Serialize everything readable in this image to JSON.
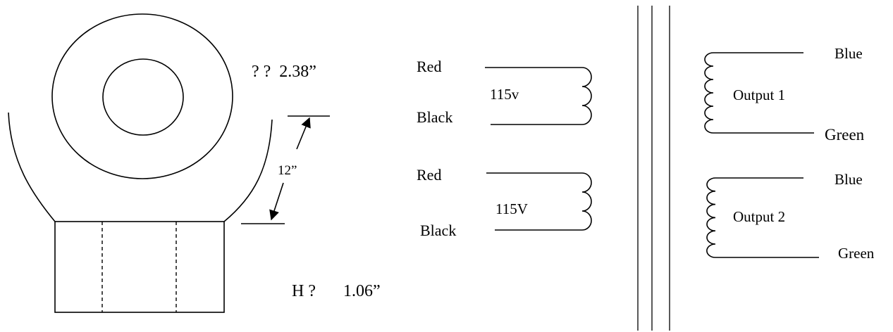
{
  "toroid": {
    "diameter_label": "? ?  2.38”",
    "lead_length_label": "12”",
    "height_label": "H ?",
    "height_value": "1.06”"
  },
  "primary": {
    "winding1": {
      "top_lead": "Red",
      "bottom_lead": "Black",
      "voltage": "115v"
    },
    "winding2": {
      "top_lead": "Red",
      "bottom_lead": "Black",
      "voltage": "115V"
    }
  },
  "secondary": {
    "winding1": {
      "label": "Output 1",
      "top_lead": "Blue",
      "bottom_lead": "Green"
    },
    "winding2": {
      "label": "Output 2",
      "top_lead": "Blue",
      "bottom_lead": "Green"
    }
  }
}
